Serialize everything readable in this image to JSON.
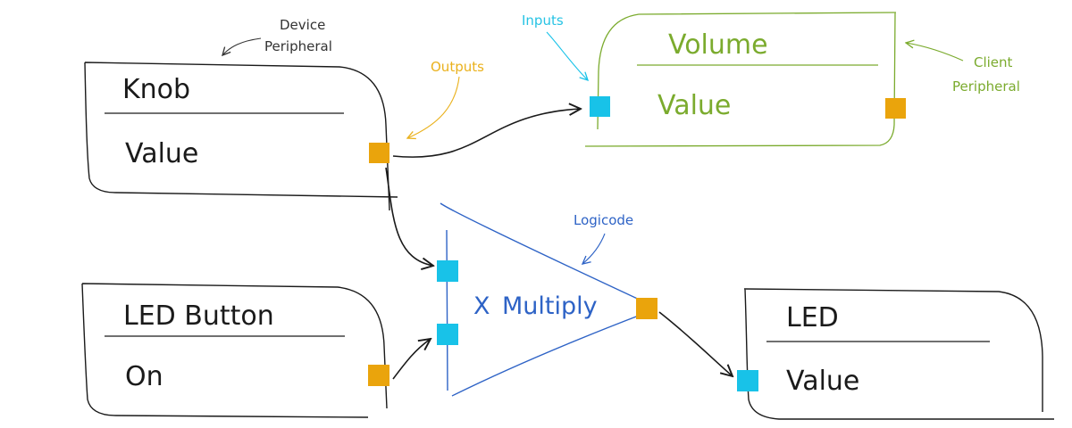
{
  "colors": {
    "device": "#1a1a1a",
    "client": "#7bab2e",
    "logicode": "#2e63c6",
    "input_port": "#18c2e8",
    "output_port": "#eaa40c",
    "label_inputs": "#26c3e4",
    "label_outputs": "#eab11c",
    "label_device": "#333333"
  },
  "annotations": {
    "device_peripheral_line1": "Device",
    "device_peripheral_line2": "Peripheral",
    "outputs": "Outputs",
    "inputs": "Inputs",
    "client_peripheral_line1": "Client",
    "client_peripheral_line2": "Peripheral",
    "logicode": "Logicode"
  },
  "nodes": {
    "knob": {
      "title": "Knob",
      "field": "Value"
    },
    "volume": {
      "title": "Volume",
      "field": "Value"
    },
    "led_button": {
      "title": "LED Button",
      "field": "On"
    },
    "multiply": {
      "symbol": "X",
      "label": "Multiply"
    },
    "led": {
      "title": "LED",
      "field": "Value"
    }
  },
  "connections": [
    {
      "from": "knob.Value",
      "to": "volume.Value"
    },
    {
      "from": "knob.Value",
      "to": "multiply.input1"
    },
    {
      "from": "led_button.On",
      "to": "multiply.input2"
    },
    {
      "from": "multiply.output",
      "to": "led.Value"
    }
  ]
}
